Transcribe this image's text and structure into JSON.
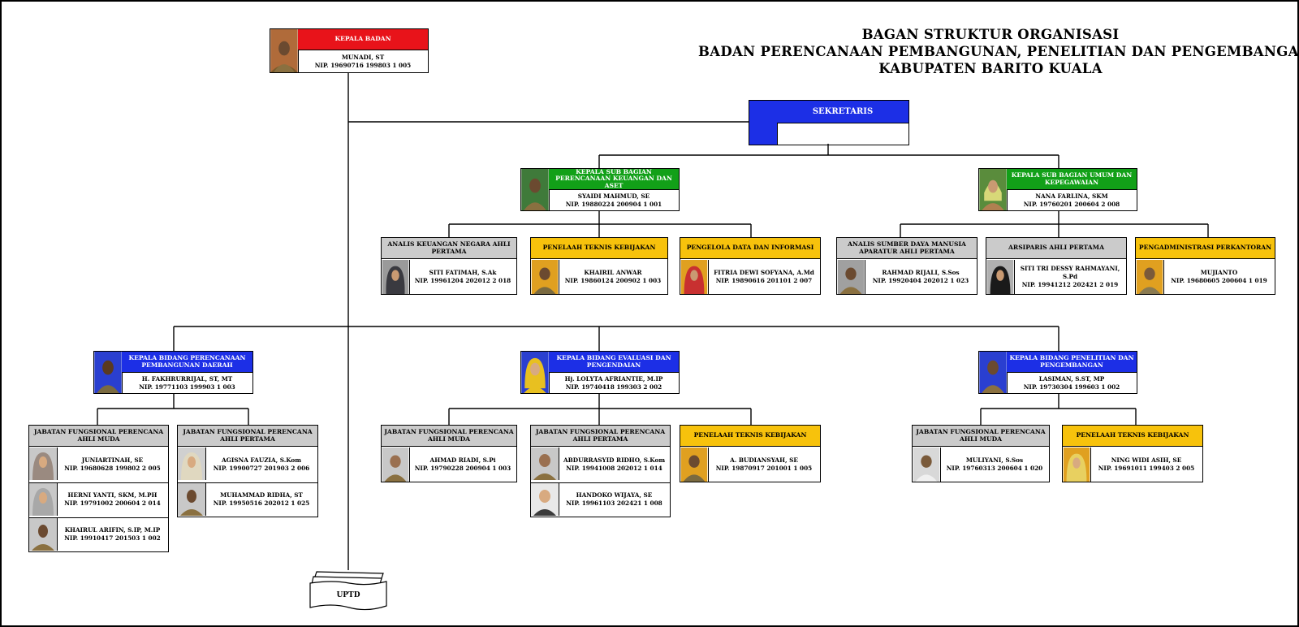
{
  "title": {
    "line1": "BAGAN STRUKTUR ORGANISASI",
    "line2": "BADAN PERENCANAAN PEMBANGUNAN, PENELITIAN DAN PENGEMBANGAN",
    "line3": "KABUPATEN BARITO KUALA"
  },
  "colors": {
    "red": "#e8131a",
    "blue": "#1c2fe6",
    "green": "#12a018",
    "grey": "#cbcbcb",
    "yellow": "#f7c20c"
  },
  "kepala_badan": {
    "header": "KEPALA BADAN",
    "name": "MUNADI, ST",
    "nip": "NIP. 19690716 199803 1 005"
  },
  "sekretaris": {
    "header": "SEKRETARIS"
  },
  "subbag_keuangan": {
    "header": "KEPALA SUB BAGIAN PERENCANAAN KEUANGAN DAN ASET",
    "name": "SYAIDI MAHMUD, SE",
    "nip": "NIP. 19880224 200904 1 001",
    "staff": [
      {
        "header": "ANALIS KEUANGAN NEGARA AHLI PERTAMA",
        "name": "SITI FATIMAH, S.Ak",
        "nip": "NIP. 19961204 202012 2 018"
      },
      {
        "header": "PENELAAH TEKNIS KEBIJAKAN",
        "name": "KHAIRIL ANWAR",
        "nip": "NIP. 19860124 200902 1 003"
      },
      {
        "header": "PENGELOLA DATA DAN INFORMASI",
        "name": "FITRIA DEWI SOFYANA, A.Md",
        "nip": "NIP. 19890616 201101 2 007"
      }
    ]
  },
  "subbag_umum": {
    "header": "KEPALA SUB BAGIAN UMUM DAN KEPEGAWAIAN",
    "name": "NANA FARLINA, SKM",
    "nip": "NIP. 19760201 200604 2 008",
    "staff": [
      {
        "header": "ANALIS SUMBER DAYA MANUSIA APARATUR AHLI PERTAMA",
        "name": "RAHMAD RIJALI, S.Sos",
        "nip": "NIP. 19920404 202012 1 023"
      },
      {
        "header": "ARSIPARIS AHLI PERTAMA",
        "name": "SITI TRI DESSY RAHMAYANI, S.Pd",
        "nip": "NIP. 19941212 202421 2 019"
      },
      {
        "header": "PENGADMINISTRASI PERKANTORAN",
        "name": "MUJIANTO",
        "nip": "NIP. 19680605 200604 1 019"
      }
    ]
  },
  "bidang_pembangunan": {
    "header": "KEPALA BIDANG PERENCANAAN PEMBANGUNAN DAERAH",
    "name": "H. FAKHRURRIJAL, ST, MT",
    "nip": "NIP. 19771103 199903 1 003",
    "muda": {
      "header": "JABATAN FUNGSIONAL PERENCANA AHLI MUDA",
      "people": [
        {
          "name": "JUNIARTINAH, SE",
          "nip": "NIP. 19680628 199802 2 005"
        },
        {
          "name": "HERNI YANTI, SKM, M.PH",
          "nip": "NIP. 19791002 200604 2 014"
        },
        {
          "name": "KHAIRUL ARIFIN, S.IP, M.IP",
          "nip": "NIP. 19910417 201503 1 002"
        }
      ]
    },
    "pertama": {
      "header": "JABATAN FUNGSIONAL PERENCANA AHLI PERTAMA",
      "people": [
        {
          "name": "AGISNA FAUZIA, S.Kom",
          "nip": "NIP. 19900727 201903 2 006"
        },
        {
          "name": "MUHAMMAD RIDHA, ST",
          "nip": "NIP. 19950516 202012 1 025"
        }
      ]
    }
  },
  "bidang_evaluasi": {
    "header": "KEPALA BIDANG EVALUASI DAN PENGENDAIAN",
    "name": "Hj. LOLYTA AFRIANTIE, M.IP",
    "nip": "NIP. 19740418 199303 2 002",
    "muda": {
      "header": "JABATAN FUNGSIONAL PERENCANA AHLI MUDA",
      "people": [
        {
          "name": "AHMAD RIADI, S.Pi",
          "nip": "NIP. 19790228 200904 1 003"
        }
      ]
    },
    "pertama": {
      "header": "JABATAN FUNGSIONAL PERENCANA AHLI PERTAMA",
      "people": [
        {
          "name": "ABDURRASYID RIDHO, S.Kom",
          "nip": "NIP. 19941008 202012 1 014"
        },
        {
          "name": "HANDOKO WIJAYA, SE",
          "nip": "NIP. 19961103 202421 1 008"
        }
      ]
    },
    "penelaah": {
      "header": "PENELAAH TEKNIS KEBIJAKAN",
      "people": [
        {
          "name": "A. BUDIANSYAH, SE",
          "nip": "NIP. 19870917 201001 1 005"
        }
      ]
    }
  },
  "bidang_penelitian": {
    "header": "KEPALA BIDANG PENELITIAN DAN PENGEMBANGAN",
    "name": "LASIMAN, S.ST, MP",
    "nip": "NIP. 19730304 199603 1 002",
    "muda": {
      "header": "JABATAN FUNGSIONAL PERENCANA AHLI MUDA",
      "people": [
        {
          "name": "MULIYANI, S.Sos",
          "nip": "NIP. 19760313 200604 1 020"
        }
      ]
    },
    "penelaah": {
      "header": "PENELAAH TEKNIS KEBIJAKAN",
      "people": [
        {
          "name": "NING WIDI ASIH, SE",
          "nip": "NIP. 19691011 199403 2 005"
        }
      ]
    }
  },
  "uptd": {
    "label": "UPTD"
  }
}
